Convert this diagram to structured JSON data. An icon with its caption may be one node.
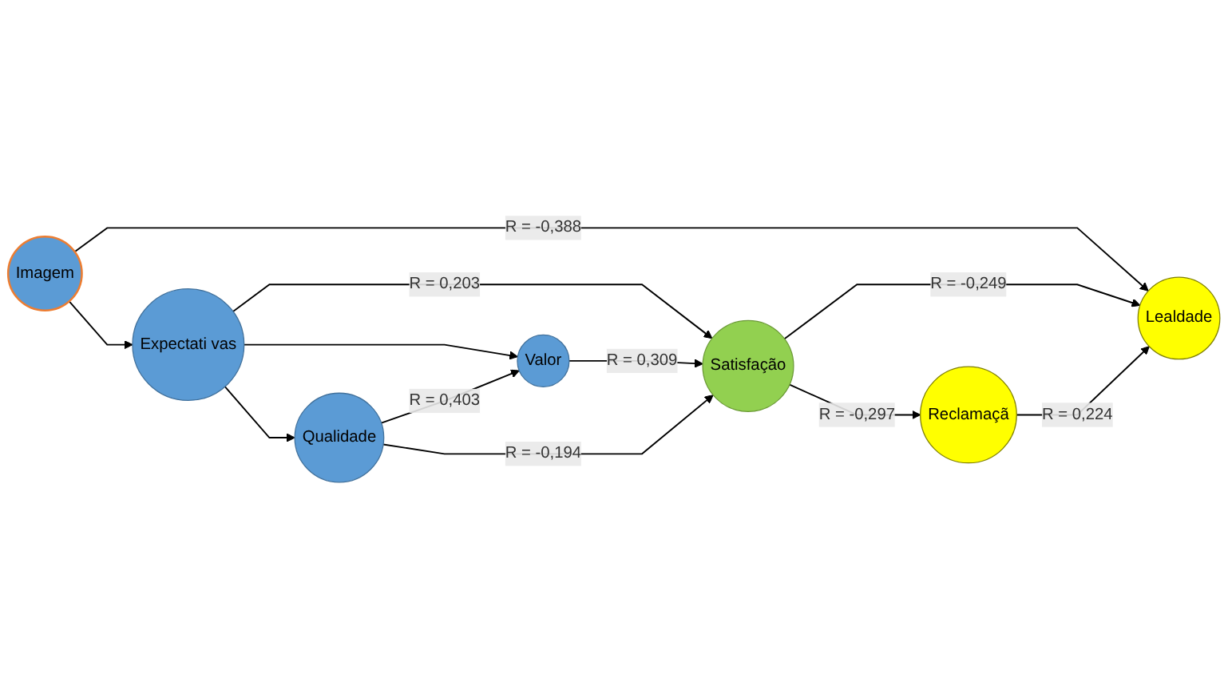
{
  "diagram": {
    "nodes": [
      {
        "text": [
          "Imagem"
        ]
      },
      {
        "text": [
          "Lealdade"
        ]
      },
      {
        "text": [
          "Expectati vas"
        ]
      },
      {
        "text": [
          "Satisfação"
        ]
      },
      {
        "text": [
          "Valor"
        ]
      },
      {
        "text": [
          "Qualidade"
        ]
      },
      {
        "text": [
          "Reclamaçã"
        ]
      }
    ],
    "edges": [
      {
        "from": 0,
        "to": 1,
        "arrow": "to",
        "label": "R = -0,388"
      },
      {
        "from": 0,
        "to": 2,
        "arrow": "to"
      },
      {
        "from": 2,
        "to": 3,
        "arrow": "to",
        "label": "R = 0,203"
      },
      {
        "from": 2,
        "to": 4,
        "arrow": "to"
      },
      {
        "from": 2,
        "to": 5,
        "arrow": "to"
      },
      {
        "from": 4,
        "to": 3,
        "arrow": "to",
        "label": "R = 0,309"
      },
      {
        "from": 5,
        "to": 4,
        "arrow": "to",
        "label": "R = 0,403"
      },
      {
        "from": 5,
        "to": 3,
        "arrow": "to",
        "label": "R = -0,194"
      },
      {
        "from": 3,
        "to": 1,
        "arrow": "to",
        "label": "R = -0,249"
      },
      {
        "from": 3,
        "to": 6,
        "arrow": "to",
        "label": "R = -0,297"
      },
      {
        "from": 6,
        "to": 1,
        "arrow": "to",
        "label": "R = 0,224"
      }
    ]
  }
}
